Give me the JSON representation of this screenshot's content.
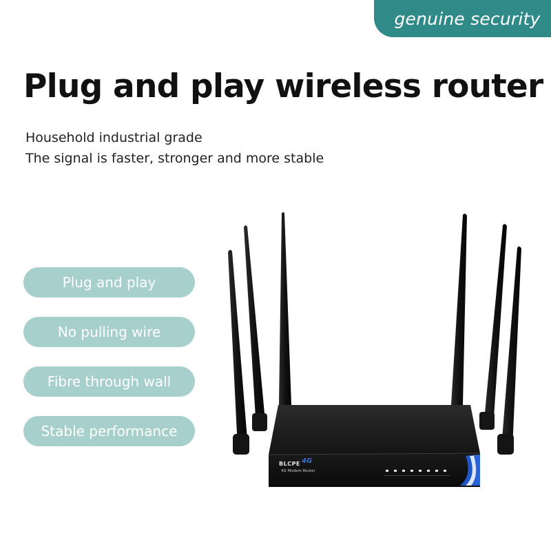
{
  "badge": {
    "text": "genuine security"
  },
  "headline": "Plug and play wireless router",
  "subtitles": [
    "Household industrial grade",
    "The signal is faster, stronger and more stable"
  ],
  "features": [
    "Plug and play",
    "No pulling wire",
    "Fibre through wall",
    "Stable performance"
  ],
  "router": {
    "brand": "BLCPE",
    "brand_suffix": "4G",
    "model": "4G Modem Router"
  },
  "colors": {
    "badge_bg": "#2f8a88",
    "pill_bg": "#a7cfcb",
    "title": "#111111"
  }
}
